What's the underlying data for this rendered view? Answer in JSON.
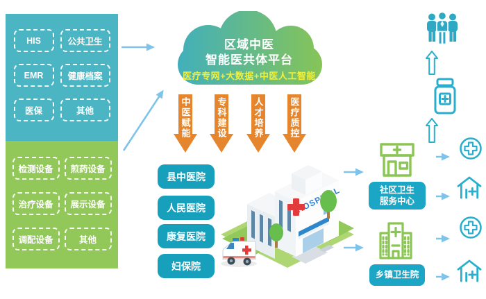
{
  "colors": {
    "teal_panel": "#4BB5C3",
    "green_panel": "#92C75A",
    "node_teal": "#16A0BC",
    "label_teal": "#1BA6C6",
    "arrow_orange": "#E5862F",
    "cloud_gradient_left": "#3BADC5",
    "cloud_gradient_right": "#8CC64E",
    "subtitle_yellow": "#F3F03A",
    "icon_cyan": "#28AFCE",
    "icon_green": "#8BC654",
    "flow_arrow_blue": "#7EC3E9",
    "hospital_sign_blue": "#2E7FD0",
    "red_cross": "#E23B3B"
  },
  "systems_panel": {
    "items": [
      "HIS",
      "公共卫生",
      "EMR",
      "健康档案",
      "医保",
      "其他"
    ]
  },
  "devices_panel": {
    "items": [
      "检测设备",
      "煎药设备",
      "治疗设备",
      "展示设备",
      "调配设备",
      "其他"
    ]
  },
  "cloud": {
    "title_line1": "区域中医",
    "title_line2": "智能医共体平台",
    "subtitle": "医疗专网+大数据+中医人工智能"
  },
  "pillars": {
    "items": [
      "中医赋能",
      "专科建设",
      "人才培养",
      "医疗质控"
    ]
  },
  "hospitals": {
    "items": [
      "县中医院",
      "人民医院",
      "康复医院",
      "妇保院"
    ]
  },
  "hospital_sign": "HOSPITAL",
  "facilities": {
    "community": {
      "line1": "社区卫生",
      "line2": "服务中心"
    },
    "township": {
      "label": "乡镇卫生院"
    }
  },
  "icons": {
    "people_group": "people-group-icon",
    "medicine_bottle": "medicine-bottle-icon",
    "plus_circle": "medical-plus-circle-icon",
    "house_plus": "home-care-icon",
    "community_building": "community-clinic-icon",
    "township_building": "township-hospital-icon",
    "hospital_illustration": "hospital-building-illustration",
    "up_arrow": "up-arrow-icon",
    "flow_arrow": "flow-arrow-icon"
  }
}
